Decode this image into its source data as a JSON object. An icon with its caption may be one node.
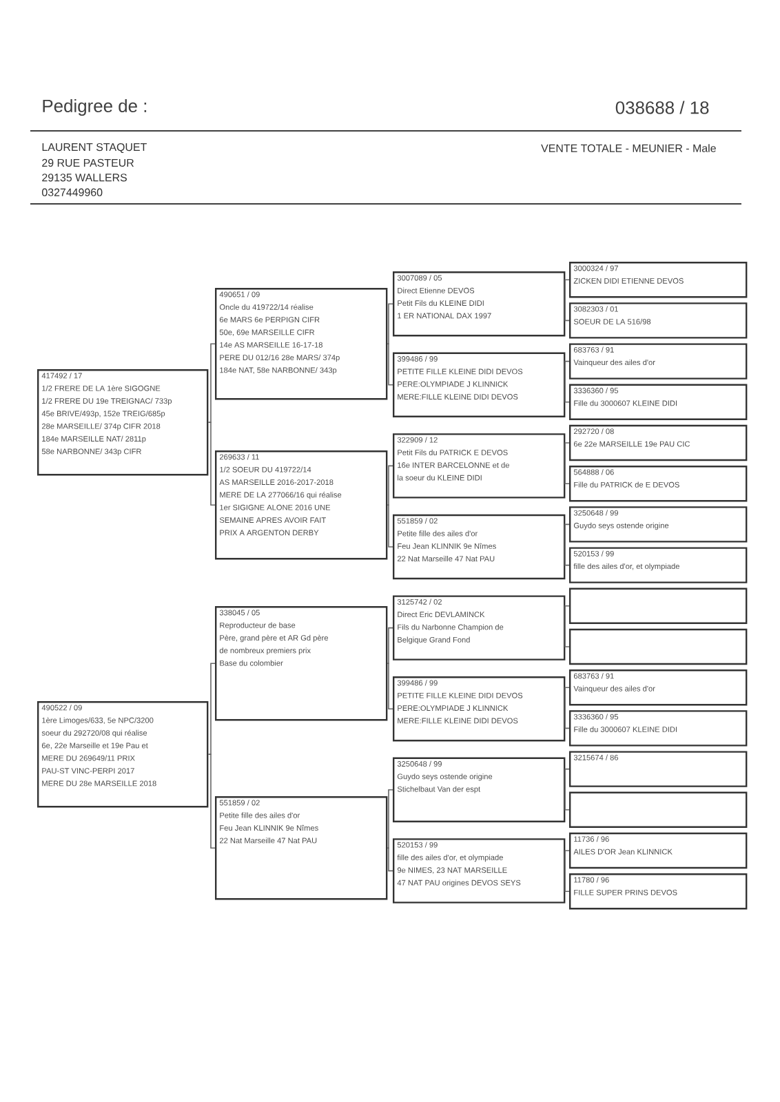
{
  "diagram": {
    "title": "Pedigree de :",
    "nodes": [
      {
        "text": [
          "417492 / 17",
          "1/2 FRERE DE LA 1ère SIGOGNE",
          "1/2 FRERE DU 19e TREIGNAC/ 733p",
          "45e BRIVE/493p, 152e TREIG/685p",
          "28e MARSEILLE/ 374p CIFR 2018",
          "184e MARSEILLE NAT/ 2811p",
          "58e NARBONNE/ 343p CIFR"
        ]
      },
      {
        "text": [
          "490522 / 09",
          "1ère Limoges/633, 5e NPC/3200",
          "soeur du 292720/08 qui réalise",
          "6e, 22e Marseille et 19e Pau et",
          "MERE DU 269649/11 PRIX",
          "PAU-ST VINC-PERPI 2017",
          "MERE DU 28e MARSEILLE 2018"
        ]
      },
      {
        "text": [
          "490651 / 09",
          "Oncle du 419722/14 réalise",
          "6e MARS 6e PERPIGN CIFR",
          "50e, 69e MARSEILLE CIFR",
          "14e AS MARSEILLE 16-17-18",
          "PERE DU 012/16 28e MARS/ 374p",
          "184e NAT, 58e NARBONNE/ 343p"
        ]
      },
      {
        "text": [
          "269633 / 11",
          "1/2 SOEUR DU 419722/14",
          "AS MARSEILLE 2016-2017-2018",
          "MERE DE LA 277066/16 qui réalise",
          "1er SIGIGNE ALONE 2016 UNE",
          "SEMAINE APRES AVOIR FAIT",
          "PRIX A ARGENTON DERBY"
        ]
      },
      {
        "text": [
          "338045 / 05",
          "Reproducteur de base",
          "Père, grand père et AR Gd père",
          "de nombreux premiers prix",
          "Base du colombier"
        ]
      },
      {
        "text": [
          "551859 / 02",
          "Petite fille des ailes d'or",
          "Feu Jean KLINNIK 9e Nîmes",
          "22 Nat Marseille 47 Nat PAU"
        ]
      },
      {
        "text": [
          "3007089 / 05",
          "Direct Etienne DEVOS",
          "Petit Fils du KLEINE DIDI",
          "1 ER NATIONAL DAX 1997"
        ]
      },
      {
        "text": [
          "399486 / 99",
          "PETITE FILLE KLEINE DIDI DEVOS",
          "PERE:OLYMPIADE J KLINNICK",
          "MERE:FILLE KLEINE DIDI DEVOS"
        ]
      },
      {
        "text": [
          "322909 / 12",
          "Petit Fils du PATRICK E DEVOS",
          "16e INTER BARCELONNE et de",
          "la soeur du KLEINE DIDI"
        ]
      },
      {
        "text": [
          "551859 / 02",
          "Petite fille des ailes d'or",
          "Feu Jean KLINNIK 9e Nîmes",
          "22 Nat Marseille 47 Nat PAU"
        ]
      },
      {
        "text": [
          "3125742 / 02",
          "Direct Eric DEVLAMINCK",
          "Fils du Narbonne Champion de",
          "Belgique Grand Fond"
        ]
      },
      {
        "text": [
          "399486 / 99",
          "PETITE FILLE KLEINE DIDI DEVOS",
          "PERE:OLYMPIADE J KLINNICK",
          "MERE:FILLE KLEINE DIDI DEVOS"
        ]
      },
      {
        "text": [
          "3250648 / 99",
          "Guydo seys ostende origine",
          "Stichelbaut Van der espt"
        ]
      },
      {
        "text": [
          "520153 / 99",
          "fille des ailes d'or, et olympiade",
          "9e NIMES, 23 NAT MARSEILLE",
          "47 NAT PAU origines DEVOS SEYS"
        ]
      },
      {
        "text": [
          "3000324 / 97",
          "ZICKEN DIDI ETIENNE DEVOS"
        ]
      },
      {
        "text": [
          "3082303 / 01",
          "SOEUR DE LA 516/98"
        ]
      },
      {
        "text": [
          "683763 / 91",
          "Vainqueur des ailes d'or"
        ]
      },
      {
        "text": [
          "3336360 / 95",
          "Fille du 3000607 KLEINE DIDI"
        ]
      },
      {
        "text": [
          "292720 / 08",
          "6e 22e MARSEILLE 19e PAU CIC"
        ]
      },
      {
        "text": [
          "564888 / 06",
          "Fille du PATRICK de E DEVOS"
        ]
      },
      {
        "text": [
          "3250648 / 99",
          "Guydo seys ostende origine"
        ]
      },
      {
        "text": [
          "520153 / 99",
          "fille des ailes d'or, et olympiade"
        ]
      },
      {
        "text": [],
        "shape": "box"
      },
      {
        "text": [],
        "shape": "box"
      },
      {
        "text": [
          "683763 / 91",
          "Vainqueur des ailes d'or"
        ]
      },
      {
        "text": [
          "3336360 / 95",
          "Fille du 3000607 KLEINE DIDI"
        ]
      },
      {
        "text": [
          "3215674 / 86"
        ]
      },
      {
        "text": [],
        "shape": "box"
      },
      {
        "text": [
          "11736 / 96",
          "AILES D'OR Jean KLINNICK"
        ]
      },
      {
        "text": [
          "11780 / 96",
          "FILLE SUPER PRINS DEVOS"
        ]
      }
    ],
    "edges": [
      {
        "from": 0,
        "to": 2,
        "arrow": "none"
      },
      {
        "from": 0,
        "to": 3,
        "arrow": "none"
      },
      {
        "from": 1,
        "to": 4,
        "arrow": "none"
      },
      {
        "from": 1,
        "to": 5,
        "arrow": "none"
      },
      {
        "from": 2,
        "to": 6,
        "arrow": "none"
      },
      {
        "from": 2,
        "to": 7,
        "arrow": "none"
      },
      {
        "from": 3,
        "to": 8,
        "arrow": "none"
      },
      {
        "from": 3,
        "to": 9,
        "arrow": "none"
      },
      {
        "from": 4,
        "to": 10,
        "arrow": "none"
      },
      {
        "from": 4,
        "to": 11,
        "arrow": "none"
      },
      {
        "from": 5,
        "to": 12,
        "arrow": "none"
      },
      {
        "from": 5,
        "to": 13,
        "arrow": "none"
      },
      {
        "from": 6,
        "to": 14,
        "arrow": "none"
      },
      {
        "from": 6,
        "to": 15,
        "arrow": "none"
      },
      {
        "from": 7,
        "to": 16,
        "arrow": "none"
      },
      {
        "from": 7,
        "to": 17,
        "arrow": "none"
      },
      {
        "from": 8,
        "to": 18,
        "arrow": "none"
      },
      {
        "from": 8,
        "to": 19,
        "arrow": "none"
      },
      {
        "from": 9,
        "to": 20,
        "arrow": "none"
      },
      {
        "from": 9,
        "to": 21,
        "arrow": "none"
      },
      {
        "from": 10,
        "to": 22,
        "arrow": "none"
      },
      {
        "from": 10,
        "to": 23,
        "arrow": "none"
      },
      {
        "from": 11,
        "to": 24,
        "arrow": "none"
      },
      {
        "from": 11,
        "to": 25,
        "arrow": "none"
      },
      {
        "from": 12,
        "to": 26,
        "arrow": "none"
      },
      {
        "from": 12,
        "to": 27,
        "arrow": "none"
      },
      {
        "from": 13,
        "to": 28,
        "arrow": "none"
      },
      {
        "from": 13,
        "to": 29,
        "arrow": "none"
      }
    ],
    "labels": [
      "038688 / 18",
      "LAURENT STAQUET",
      "29 RUE PASTEUR",
      "29135 WALLERS",
      "0327449960",
      "VENTE TOTALE - MEUNIER - Male"
    ]
  }
}
